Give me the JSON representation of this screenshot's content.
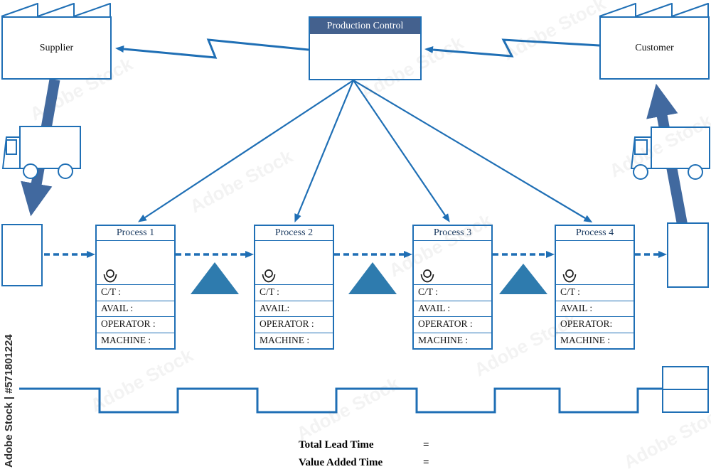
{
  "colors": {
    "line_blue": "#1f6fb5",
    "shipment_arrow": "#41699f",
    "inventory_triangle": "#2e7bae",
    "production_control_header_bg": "#44618e",
    "process_title_text": "#17375e"
  },
  "supplier": {
    "label": "Supplier"
  },
  "customer": {
    "label": "Customer"
  },
  "production_control": {
    "label": "Production Control"
  },
  "processes": [
    {
      "title": "Process 1",
      "rows": [
        "C/T :",
        "AVAIL :",
        "OPERATOR :",
        "MACHINE :"
      ]
    },
    {
      "title": "Process 2",
      "rows": [
        "C/T :",
        "AVAIL:",
        "OPERATOR :",
        "MACHINE :"
      ]
    },
    {
      "title": "Process 3",
      "rows": [
        "C/T :",
        "AVAIL :",
        "OPERATOR :",
        "MACHINE :"
      ]
    },
    {
      "title": "Process 4",
      "rows": [
        "C/T :",
        "AVAIL :",
        "OPERATOR:",
        "MACHINE :"
      ]
    }
  ],
  "summary": {
    "lead_time_label": "Total Lead Time",
    "lead_time_value": "=",
    "value_added_label": "Value Added Time",
    "value_added_value": "="
  },
  "icons": {
    "operator": "operator-icon",
    "factory_roof": "factory-roof-icon",
    "truck": "truck-icon",
    "inventory": "inventory-triangle-icon",
    "electronic_info": "lightning-arrow-icon"
  },
  "watermark": {
    "side_text": "Adobe Stock | #571801224",
    "diagonal_text": "Adobe Stock"
  }
}
